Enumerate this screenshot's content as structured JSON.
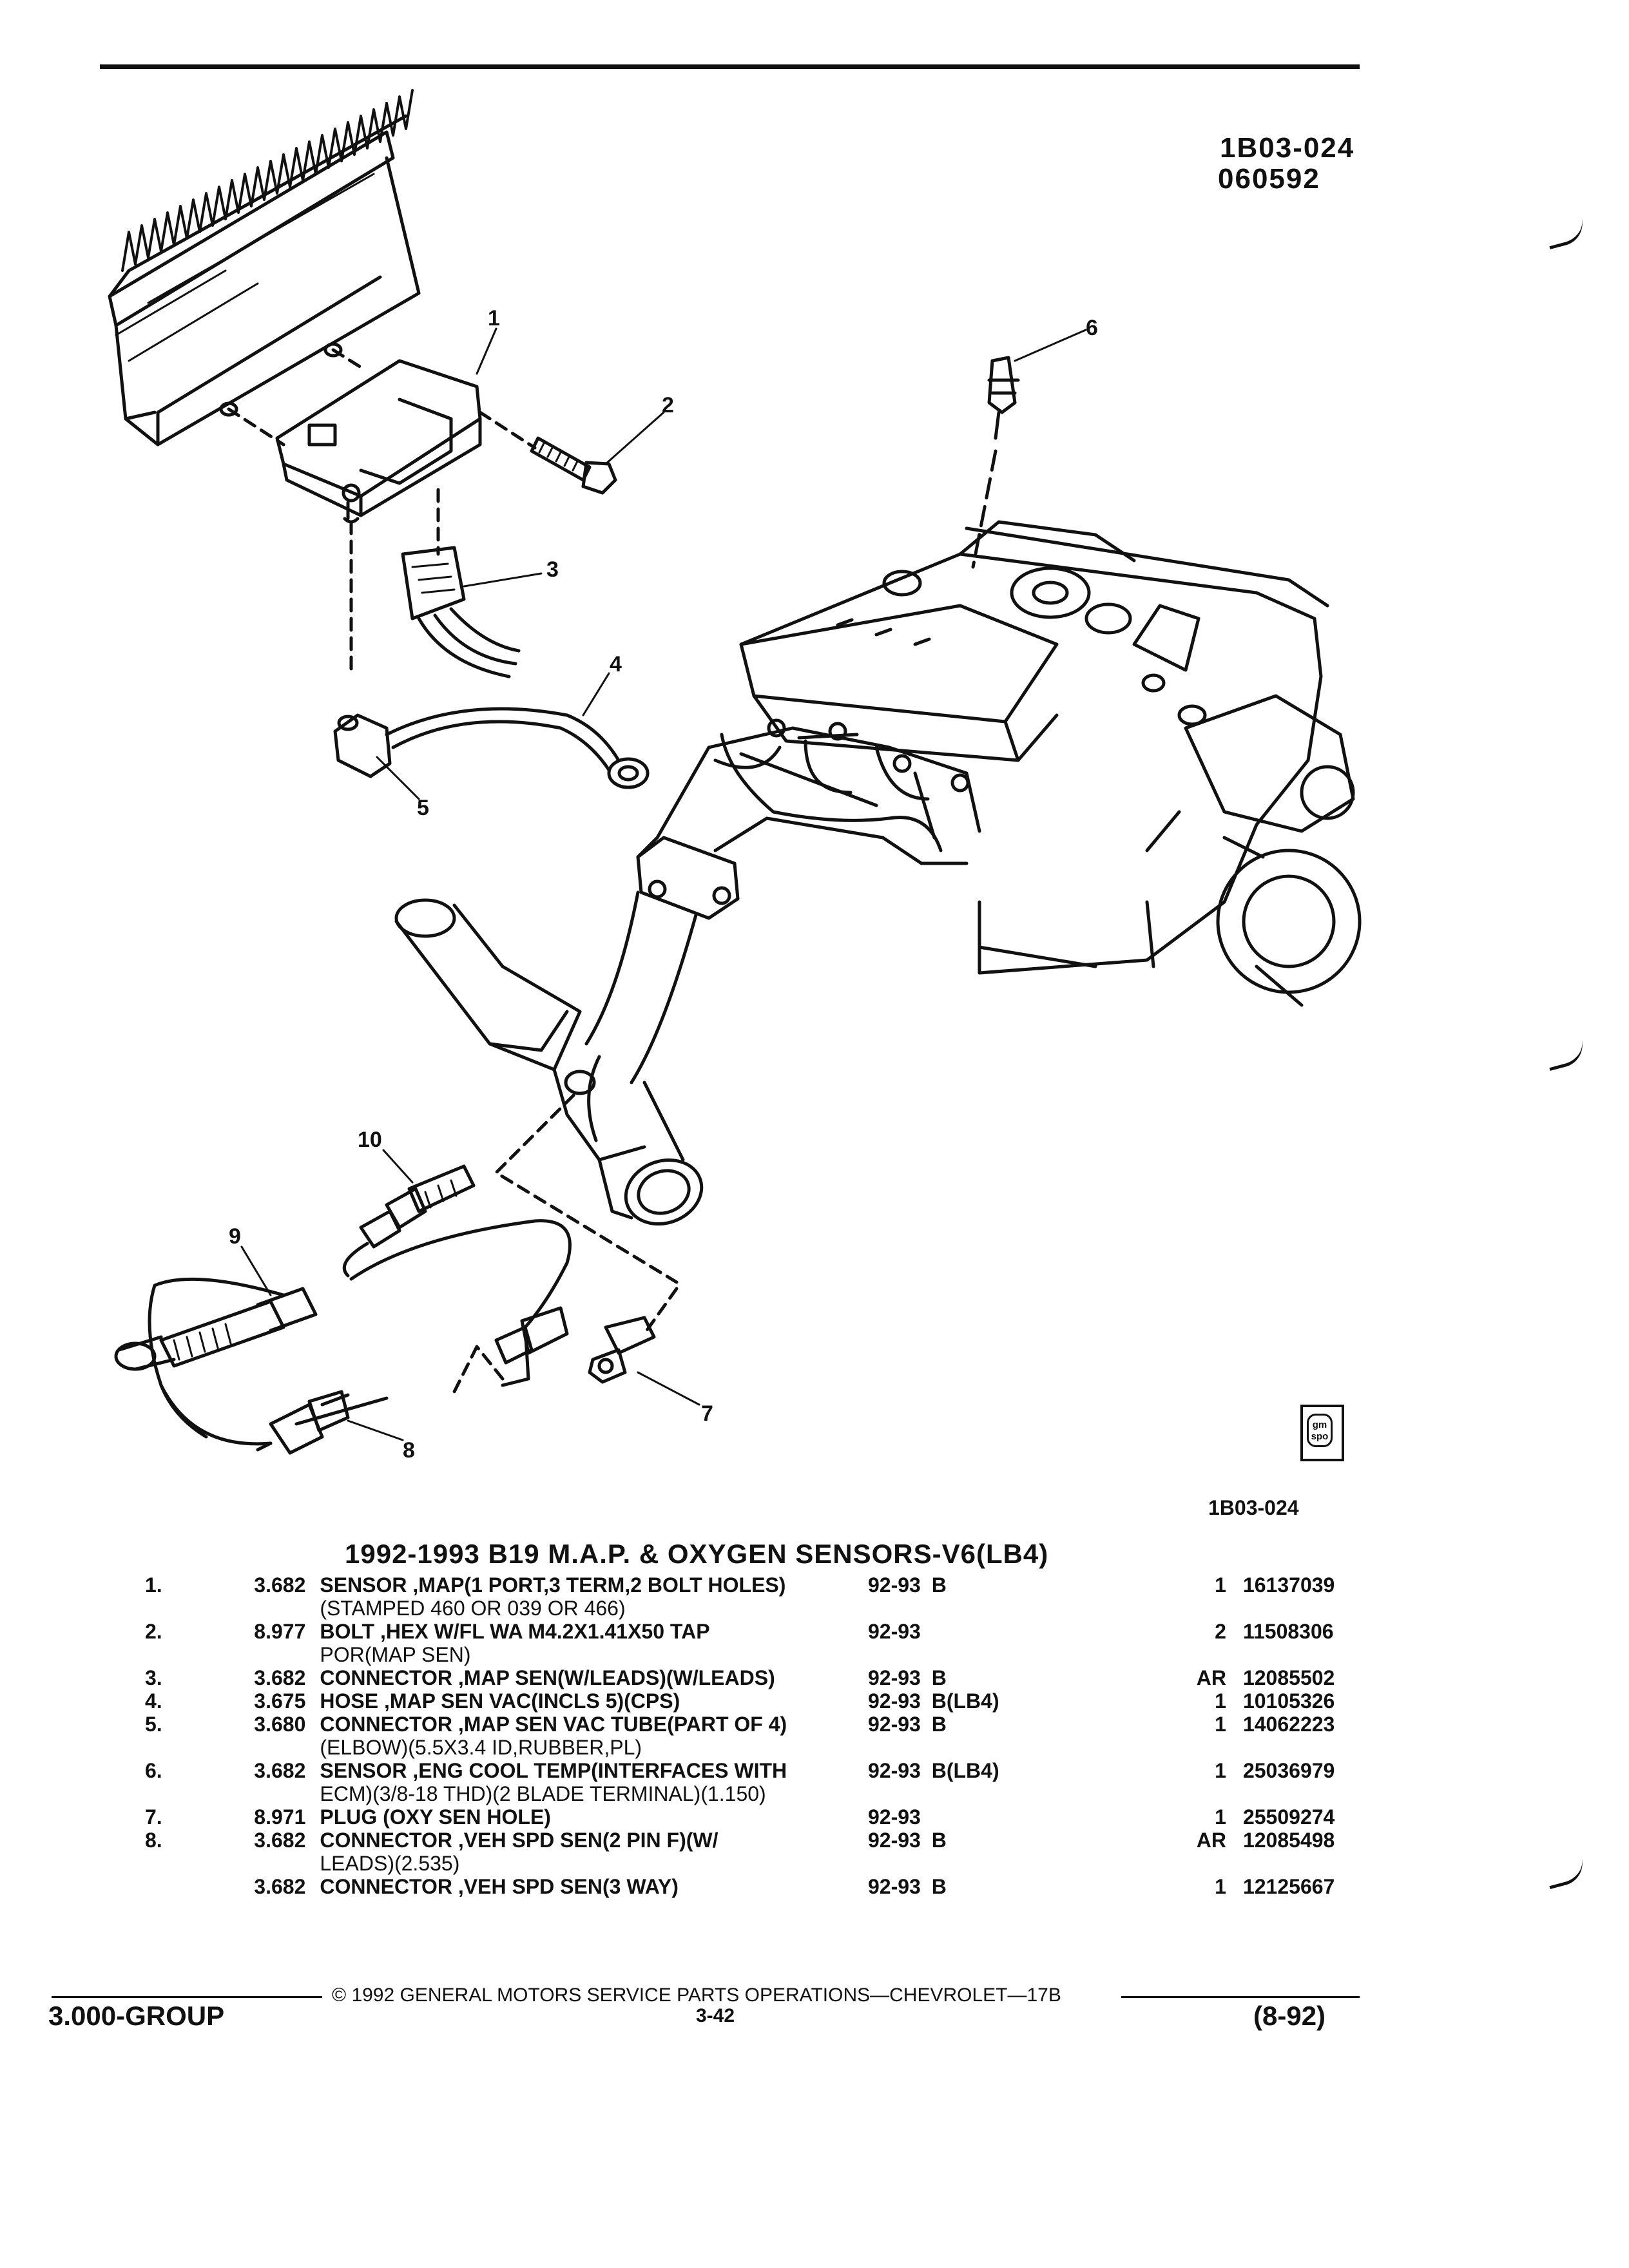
{
  "header": {
    "diagram_id": "1B03-024",
    "date_code": "060592"
  },
  "figure": {
    "callouts": [
      "1",
      "2",
      "3",
      "4",
      "5",
      "6",
      "7",
      "8",
      "9",
      "10"
    ],
    "caption_id": "1B03-024",
    "logo_text": "gm spo"
  },
  "table": {
    "title": "1992-1993 B19 M.A.P. & OXYGEN SENSORS-V6(LB4)",
    "rows": [
      {
        "item": "1.",
        "group": "3.682",
        "name": "SENSOR",
        "desc": " ,MAP(1 PORT,3 TERM,2 BOLT HOLES)",
        "cont": "(STAMPED 460 OR 039 OR 466)",
        "years": "92-93",
        "code": "B",
        "qty": "1",
        "part": "16137039"
      },
      {
        "item": "2.",
        "group": "8.977",
        "name": "BOLT",
        "desc": " ,HEX W/FL WA M4.2X1.41X50 TAP",
        "cont": "POR(MAP SEN)",
        "years": "92-93",
        "code": "",
        "qty": "2",
        "part": "11508306"
      },
      {
        "item": "3.",
        "group": "3.682",
        "name": "CONNECTOR",
        "desc": " ,MAP SEN(W/LEADS)(W/LEADS)",
        "cont": "",
        "years": "92-93",
        "code": "B",
        "qty": "AR",
        "part": "12085502"
      },
      {
        "item": "4.",
        "group": "3.675",
        "name": "HOSE",
        "desc": " ,MAP SEN VAC(INCLS 5)(CPS)",
        "cont": "",
        "years": "92-93",
        "code": "B(LB4)",
        "qty": "1",
        "part": "10105326"
      },
      {
        "item": "5.",
        "group": "3.680",
        "name": "CONNECTOR",
        "desc": " ,MAP SEN VAC TUBE(PART OF 4)",
        "cont": "(ELBOW)(5.5X3.4 ID,RUBBER,PL)",
        "years": "92-93",
        "code": "B",
        "qty": "1",
        "part": "14062223"
      },
      {
        "item": "6.",
        "group": "3.682",
        "name": "SENSOR",
        "desc": " ,ENG COOL TEMP(INTERFACES WITH",
        "cont": "ECM)(3/8-18 THD)(2 BLADE TERMINAL)(1.150)",
        "years": "92-93",
        "code": "B(LB4)",
        "qty": "1",
        "part": "25036979"
      },
      {
        "item": "7.",
        "group": "8.971",
        "name": "PLUG",
        "desc": " (OXY SEN HOLE)",
        "cont": "",
        "years": "92-93",
        "code": "",
        "qty": "1",
        "part": "25509274"
      },
      {
        "item": "8.",
        "group": "3.682",
        "name": "CONNECTOR",
        "desc": " ,VEH SPD SEN(2 PIN F)(W/",
        "cont": "LEADS)(2.535)",
        "years": "92-93",
        "code": "B",
        "qty": "AR",
        "part": "12085498"
      },
      {
        "item": "",
        "group": "3.682",
        "name": "CONNECTOR",
        "desc": " ,VEH SPD SEN(3 WAY)",
        "cont": "",
        "years": "92-93",
        "code": "B",
        "qty": "1",
        "part": "12125667"
      }
    ]
  },
  "footer": {
    "copyright": "© 1992 GENERAL MOTORS SERVICE PARTS OPERATIONS—CHEVROLET—17B",
    "group_label": "3.000-GROUP",
    "page_number": "3-42",
    "revision": "(8-92)"
  }
}
